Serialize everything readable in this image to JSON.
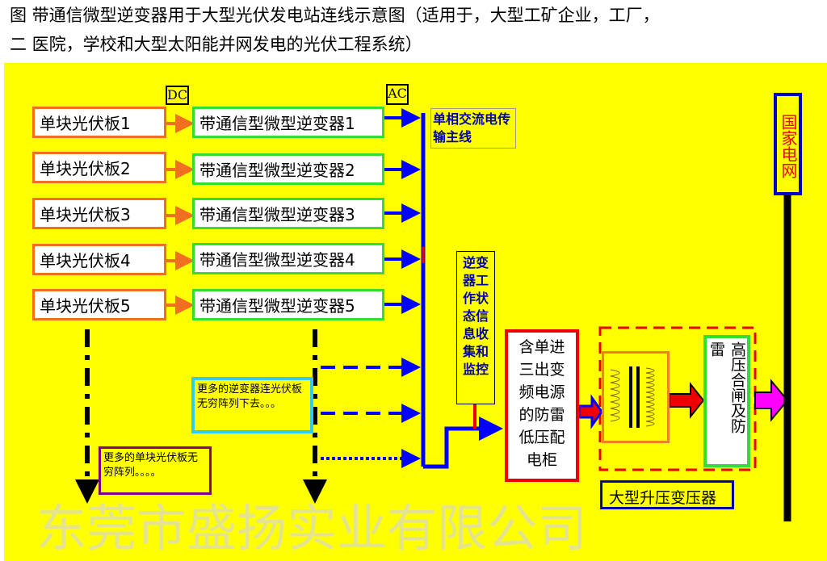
{
  "title_line1": "图 带通信微型逆变器用于大型光伏发电站连线示意图（适用于，大型工矿企业，工厂，",
  "title_line2": "二 医院，学校和大型太阳能并网发电的光伏工程系统）",
  "dc_label": "DC",
  "ac_label": "AC",
  "panels": [
    "单块光伏板1",
    "单块光伏板2",
    "单块光伏板3",
    "单块光伏板4",
    "单块光伏板5"
  ],
  "inverters": [
    "带通信型微型逆变器1",
    "带通信型微型逆变器2",
    "带通信型微型逆变器3",
    "带通信型微型逆变器4",
    "带通信型微型逆变器5"
  ],
  "ac_bus_label": "单相交流电传输主线",
  "monitor_label": "逆变器工作状态信息收集和监控",
  "more_inverters_note": "更多的逆变器连光伏板无穷阵列下去。。。",
  "more_panels_note": "更多的单块光伏板无穷阵列。。。。",
  "cabinet_label": "含单进三出变频电源的防雷低压配电柜",
  "switch_label_col1": "高压合闸及防",
  "switch_label_col2": "雷",
  "transformer_label": "大型升压变压器",
  "grid_label": "国家电网",
  "watermark": "东莞市盛扬实业有限公司",
  "colors": {
    "background": "#ffff00",
    "bus": "#0000ff",
    "panel_border": "#f07020",
    "inverter_border": "#33dd33",
    "arrow_red": "#ee0000",
    "arrow_magenta": "#ff00ff"
  }
}
